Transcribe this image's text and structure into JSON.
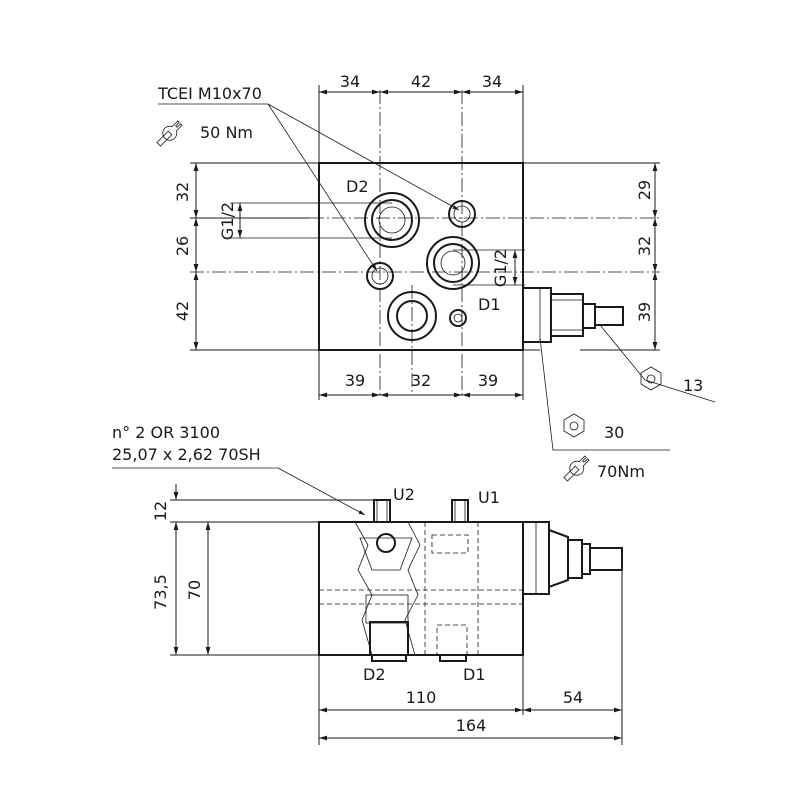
{
  "top_view": {
    "dims_top": [
      "34",
      "42",
      "34"
    ],
    "dims_bottom": [
      "39",
      "32",
      "39"
    ],
    "dims_left": [
      "32",
      "26",
      "42"
    ],
    "dims_right": [
      "29",
      "32",
      "39"
    ],
    "thread_left": "G1/2",
    "thread_right": "G1/2",
    "port_d1": "D1",
    "port_d2": "D2",
    "screw_label": "TCEI M10x70",
    "screw_torque": "50 Nm",
    "hex_13": "13",
    "hex_30": "30",
    "cartridge_torque": "70Nm"
  },
  "side_view": {
    "oring_line1": "n° 2 OR 3100",
    "oring_line2": "25,07 x 2,62 70SH",
    "port_u1": "U1",
    "port_u2": "U2",
    "port_d1": "D1",
    "port_d2": "D2",
    "dim_12": "12",
    "dim_70": "70",
    "dim_73_5": "73,5",
    "dim_110": "110",
    "dim_54": "54",
    "dim_164": "164"
  }
}
